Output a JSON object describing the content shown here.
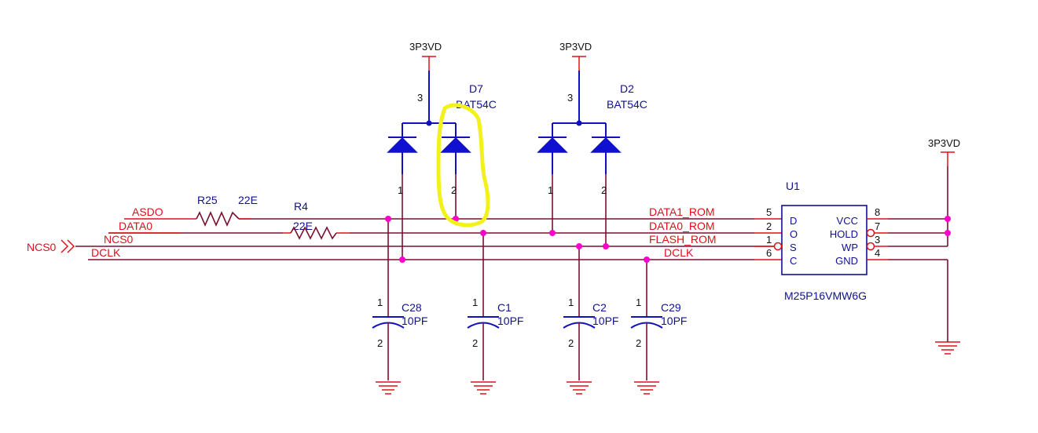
{
  "power_label": "3P3VD",
  "nets": {
    "asdo": "ASDO",
    "data0": "DATA0",
    "ncs0": "NCS0",
    "dclk": "DCLK",
    "data1_rom": "DATA1_ROM",
    "data0_rom": "DATA0_ROM",
    "flash_rom": "FLASH_ROM",
    "dclk_rom": "DCLK"
  },
  "port": {
    "label": "NCS0"
  },
  "resistors": [
    {
      "ref": "R25",
      "value": "22E"
    },
    {
      "ref": "R4",
      "value": "22E"
    }
  ],
  "diodes": [
    {
      "ref": "D7",
      "part": "BAT54C"
    },
    {
      "ref": "D2",
      "part": "BAT54C"
    }
  ],
  "capacitors": [
    {
      "ref": "C28",
      "value": "10PF"
    },
    {
      "ref": "C1",
      "value": "10PF"
    },
    {
      "ref": "C2",
      "value": "10PF"
    },
    {
      "ref": "C29",
      "value": "10PF"
    }
  ],
  "ic": {
    "ref": "U1",
    "part": "M25P16VMW6G",
    "left_pins": [
      {
        "num": "5",
        "name": "D"
      },
      {
        "num": "2",
        "name": "O"
      },
      {
        "num": "1",
        "name": "S"
      },
      {
        "num": "6",
        "name": "C"
      }
    ],
    "right_pins": [
      {
        "num": "8",
        "name": "VCC"
      },
      {
        "num": "7",
        "name": "HOLD"
      },
      {
        "num": "3",
        "name": "WP"
      },
      {
        "num": "4",
        "name": "GND"
      }
    ]
  },
  "pin_numbers": {
    "one": "1",
    "two": "2",
    "three": "3"
  },
  "colors": {
    "wire": "#7a1030",
    "net_label": "#e0101a",
    "component": "#1010c0",
    "junction": "#ff00cc",
    "highlight": "#f2f21a"
  }
}
